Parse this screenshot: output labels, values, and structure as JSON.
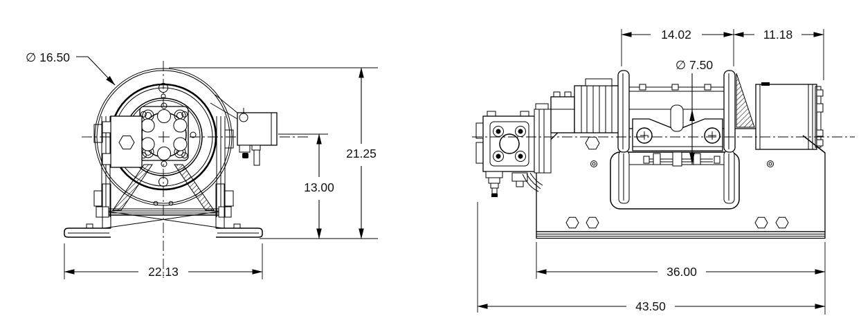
{
  "drawing": {
    "background": "#ffffff",
    "line_color": "#000000",
    "views": {
      "end_view": {
        "title": "winch-end-view",
        "dimensions": {
          "flange_diameter": "∅ 16.50",
          "overall_height": "21.25",
          "centerline_height": "13.00",
          "frame_width": "22.13"
        }
      },
      "side_view": {
        "title": "winch-side-view",
        "dimensions": {
          "drum_section_length": "14.02",
          "motor_section_length": "11.18",
          "barrel_diameter": "∅ 7.50",
          "base_length": "36.00",
          "overall_length": "43.50"
        }
      }
    }
  }
}
